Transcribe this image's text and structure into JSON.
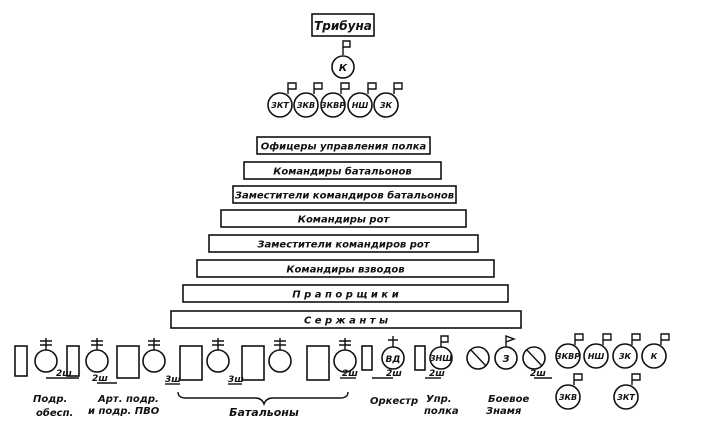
{
  "tribune": "Трибуна",
  "commander": "К",
  "top_row": [
    "ЗКТ",
    "ЗКВ",
    "ЗКВР",
    "НШ",
    "ЗК"
  ],
  "ranks": [
    "Офицеры управления полка",
    "Командиры батальонов",
    "Заместители командиров батальонов",
    "Командиры рот",
    "Заместители командиров рот",
    "Командиры взводов",
    "П р а п о р щ и к и",
    "С е р ж а н т ы"
  ],
  "bottom_circles": {
    "orchestra_conductor": "ВД",
    "chief_of_staff": "ЗНШ",
    "banner_bearer": "З",
    "group_right": [
      "ЗКВР",
      "НШ",
      "ЗК",
      "К"
    ],
    "group_right_lower": [
      "ЗКВ",
      "ЗКТ"
    ]
  },
  "spacing_labels": [
    "2ш",
    "2ш",
    "3ш",
    "3ш",
    "2ш",
    "2ш",
    "2ш",
    "2ш"
  ],
  "captions": {
    "support": [
      "Подр.",
      "обесп."
    ],
    "artillery": [
      "Арт. подр.",
      "и подр. ПВО"
    ],
    "battalions": "Батальоны",
    "orchestra": "Оркестр",
    "regiment_hq": [
      "Упр.",
      "полка"
    ],
    "battle_banner": [
      "Боевое",
      "Знамя"
    ]
  }
}
